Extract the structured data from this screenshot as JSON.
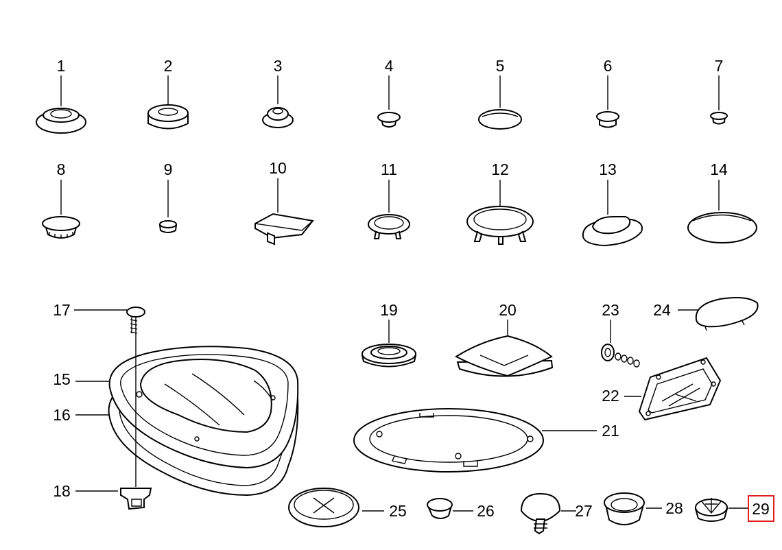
{
  "labels": {
    "l1": "1",
    "l2": "2",
    "l3": "3",
    "l4": "4",
    "l5": "5",
    "l6": "6",
    "l7": "7",
    "l8": "8",
    "l9": "9",
    "l10": "10",
    "l11": "11",
    "l12": "12",
    "l13": "13",
    "l14": "14",
    "l15": "15",
    "l16": "16",
    "l17": "17",
    "l18": "18",
    "l19": "19",
    "l20": "20",
    "l21": "21",
    "l22": "22",
    "l23": "23",
    "l24": "24",
    "l25": "25",
    "l26": "26",
    "l27": "27",
    "l28": "28",
    "l29": "29"
  },
  "highlight": {
    "label": "l29",
    "color": "#e02020"
  }
}
